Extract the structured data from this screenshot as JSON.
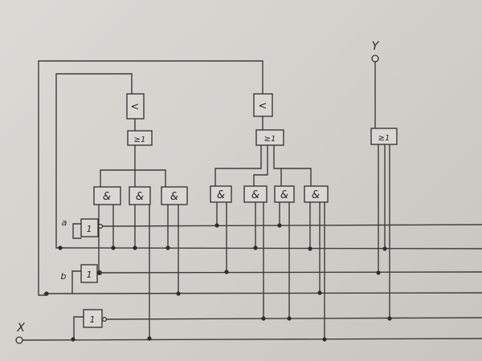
{
  "inputs": {
    "x": "X",
    "a": "a",
    "b": "b"
  },
  "output": {
    "y": "Y"
  },
  "gates": {
    "not_symbol": "1",
    "and_symbol": "&",
    "or_symbol": "≥1",
    "delay_symbol": "<"
  }
}
